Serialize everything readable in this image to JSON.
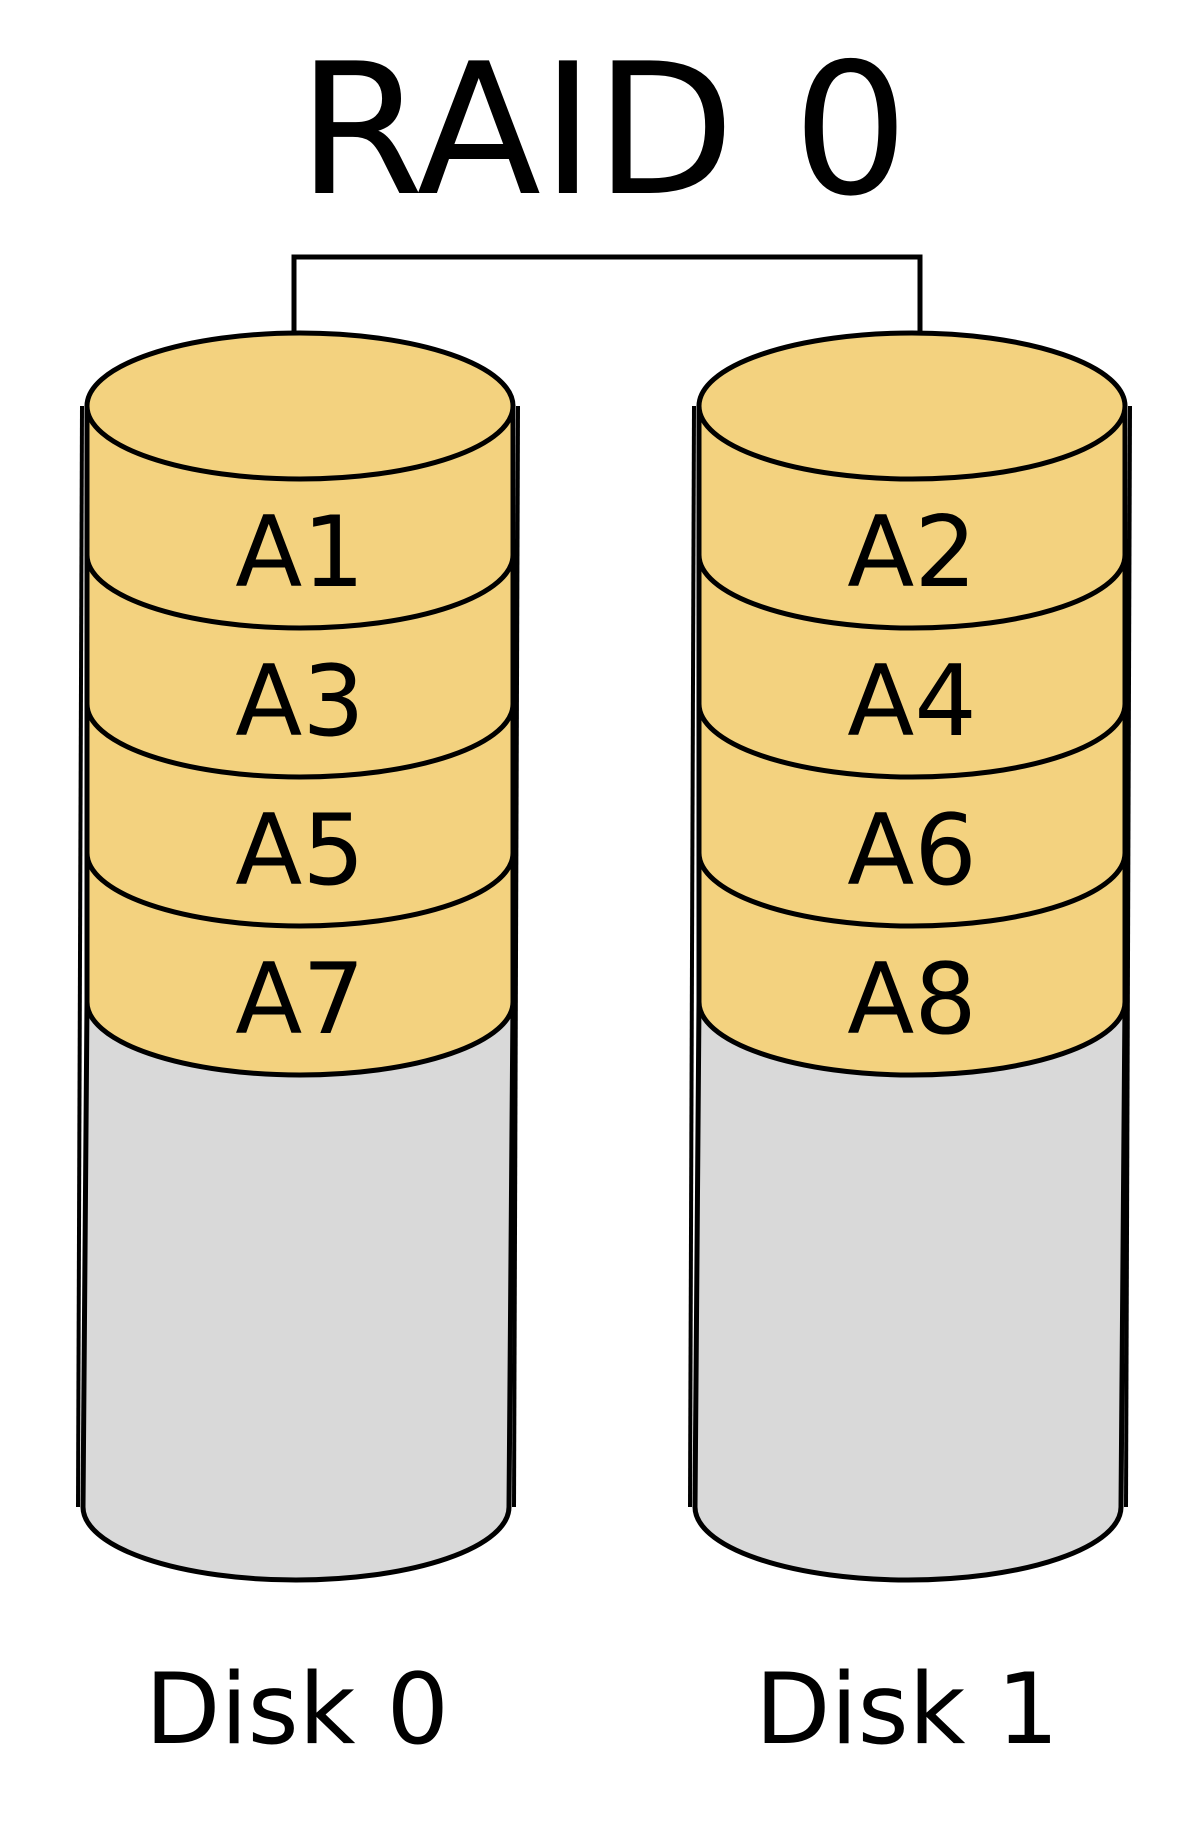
{
  "title": "RAID 0",
  "colors": {
    "stripe_fill": "#F3D27F",
    "empty_fill": "#D9D9D9",
    "stroke": "#000000",
    "background": "#FFFFFF"
  },
  "disks": [
    {
      "label": "Disk 0",
      "blocks": [
        "A1",
        "A3",
        "A5",
        "A7"
      ]
    },
    {
      "label": "Disk 1",
      "blocks": [
        "A2",
        "A4",
        "A6",
        "A8"
      ]
    }
  ]
}
